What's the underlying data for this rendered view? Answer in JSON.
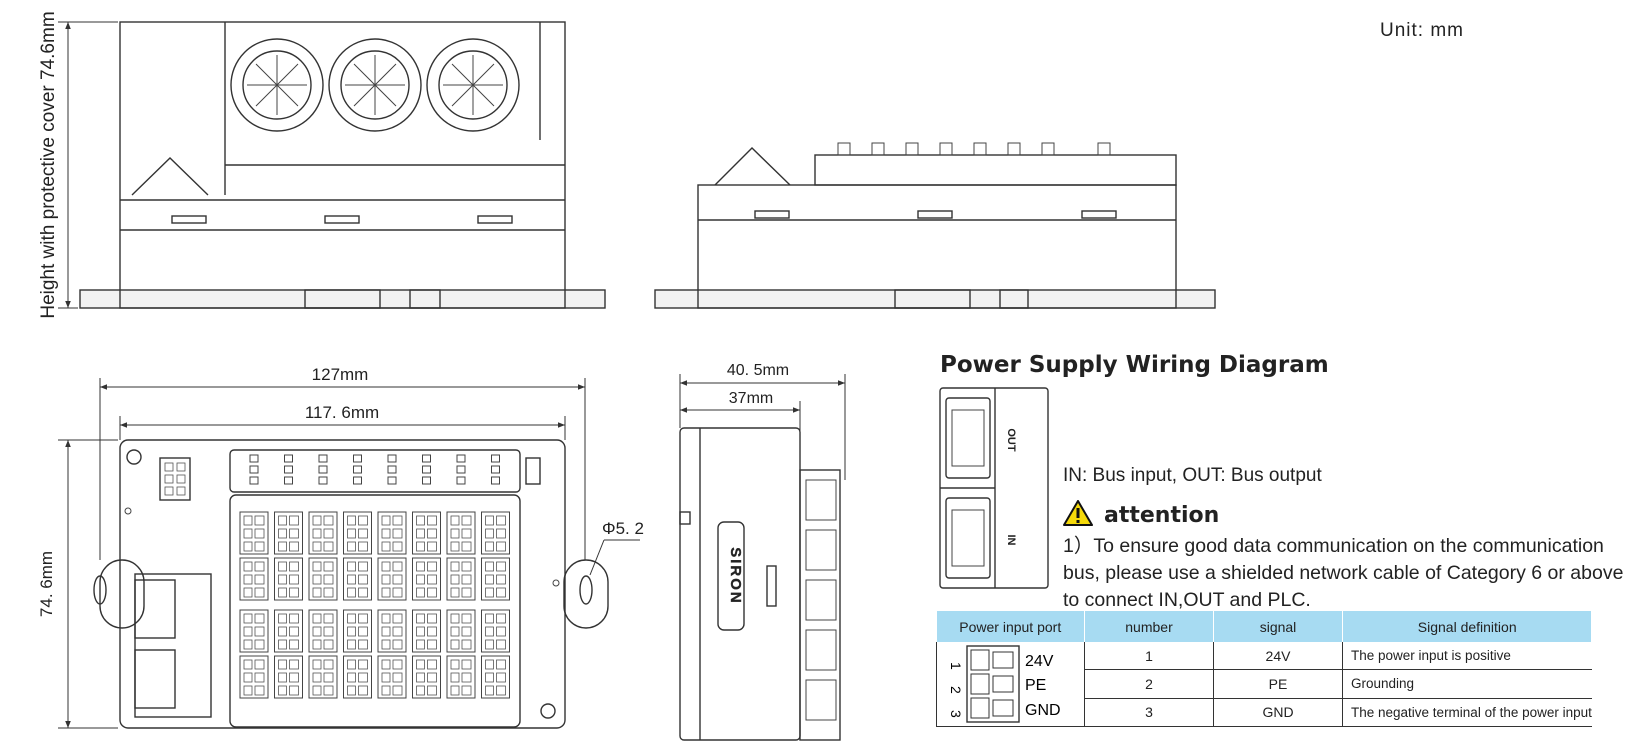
{
  "unit_label": "Unit: mm",
  "dimensions": {
    "height_with_cover": "Height with protective cover 74.6mm",
    "width_127": "127mm",
    "width_117_6": "117. 6mm",
    "height_74_6": "74. 6mm",
    "hole_diameter": "Φ5. 2",
    "depth_40_5": "40. 5mm",
    "depth_37": "37mm"
  },
  "device": {
    "brand_label": "SIRON",
    "port_out_label": "OUT",
    "port_in_label": "IN"
  },
  "wiring": {
    "title": "Power Supply Wiring Diagram",
    "io_description": "IN: Bus input, OUT: Bus output",
    "attention_title": "attention",
    "attention_body": "1）To ensure good data communication on the communication bus, please use a shielded network cable of Category 6 or above to connect IN,OUT and PLC."
  },
  "signal_table": {
    "headers": [
      "Power input port",
      "number",
      "signal",
      "Signal definition"
    ],
    "rows": [
      {
        "pin": "1",
        "port_label": "24V",
        "number": "1",
        "signal": "24V",
        "definition": "The power input is positive"
      },
      {
        "pin": "2",
        "port_label": "PE",
        "number": "2",
        "signal": "PE",
        "definition": "Grounding"
      },
      {
        "pin": "3",
        "port_label": "GND",
        "number": "3",
        "signal": "GND",
        "definition": "The negative terminal of the power input"
      }
    ],
    "header_color": "#a7dbf2"
  },
  "colors": {
    "line": "#333333",
    "warning_yellow": "#f5d90a"
  }
}
